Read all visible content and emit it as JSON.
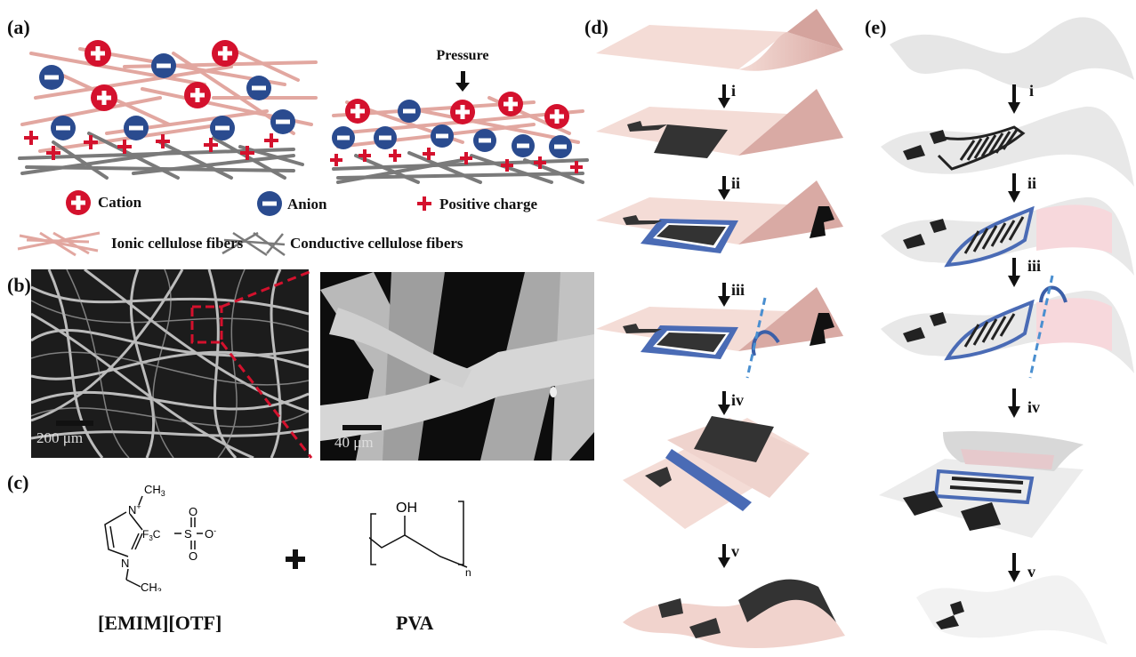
{
  "figure": {
    "panels": {
      "a": {
        "label": "(a)",
        "pressure_label": "Pressure",
        "legend": {
          "cation": "Cation",
          "anion": "Anion",
          "positive_charge": "Positive charge",
          "ionic_fibers": "Ionic cellulose fibers",
          "conductive_fibers": "Conductive cellulose fibers"
        },
        "colors": {
          "cation": "#d4112d",
          "anion": "#2a4b8f",
          "ionic_fiber": "#e2a7a0",
          "conductive_fiber": "#7a7a7a",
          "positive_charge": "#d4112d"
        }
      },
      "b": {
        "label": "(b)",
        "left_scale": "200 μm",
        "right_scale": "40 μm",
        "zoom_box_color": "#d4112d"
      },
      "c": {
        "label": "(c)",
        "compound1": {
          "name": "[EMIM][OTF]",
          "cation_groups": [
            "CH3",
            "N+",
            "N",
            "CH3"
          ],
          "anion": "F3C–S–O⁻"
        },
        "plus_sign": "+",
        "compound2": {
          "name": "PVA",
          "group": "OH",
          "repeat": "n"
        }
      },
      "d": {
        "label": "(d)",
        "steps": [
          "i",
          "ii",
          "iii",
          "iv",
          "v"
        ],
        "substrate_color": "#f3d6d0",
        "electrode_color": "#333333",
        "frame_color": "#4a6bb5"
      },
      "e": {
        "label": "(e)",
        "steps": [
          "i",
          "ii",
          "iii",
          "iv",
          "v"
        ],
        "substrate_color": "#e8e8e8",
        "electrode_color": "#222222",
        "frame_color": "#4a6bb5",
        "gel_color": "#f7d8dc"
      }
    }
  }
}
